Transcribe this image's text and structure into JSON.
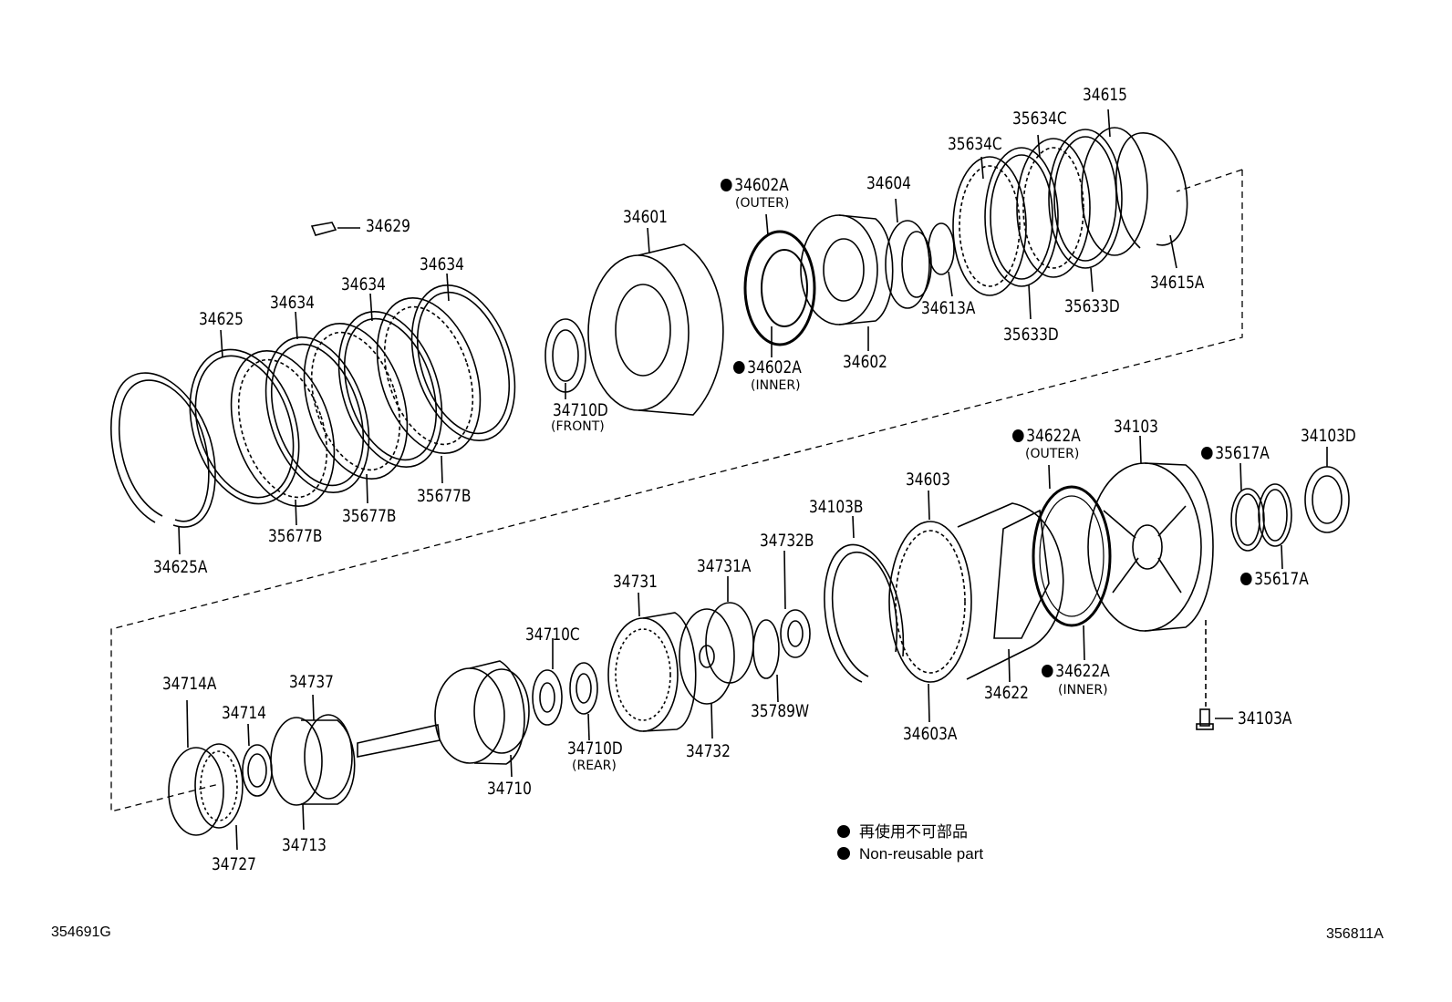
{
  "labels": {
    "p34615": "34615",
    "p35634C_1": "35634C",
    "p35634C_2": "35634C",
    "p34604": "34604",
    "p34602A_outer": "34602A",
    "outer_1": "(OUTER)",
    "p34629": "34629",
    "p34601": "34601",
    "p34613A": "34613A",
    "p34615A": "34615A",
    "p35633D_1": "35633D",
    "p35633D_2": "35633D",
    "p34602": "34602",
    "p34602A_inner": "34602A",
    "inner_1": "(INNER)",
    "p34710D_front": "34710D",
    "front": "(FRONT)",
    "p34634_1": "34634",
    "p34634_2": "34634",
    "p34634_3": "34634",
    "p34625": "34625",
    "p35677B_1": "35677B",
    "p35677B_2": "35677B",
    "p35677B_3": "35677B",
    "p34625A": "34625A",
    "p34622A_outer": "34622A",
    "outer_2": "(OUTER)",
    "p34103": "34103",
    "p35617A_1": "35617A",
    "p34103D": "34103D",
    "p34603": "34603",
    "p34103B": "34103B",
    "p34732B": "34732B",
    "p34731A": "34731A",
    "p34731": "34731",
    "p34710C": "34710C",
    "p35617A_2": "35617A",
    "p34622A_inner": "34622A",
    "inner_2": "(INNER)",
    "p34622": "34622",
    "p35789W": "35789W",
    "p34603A": "34603A",
    "p34103A": "34103A",
    "p34732": "34732",
    "p34710D_rear": "34710D",
    "rear": "(REAR)",
    "p34714A": "34714A",
    "p34737": "34737",
    "p34714": "34714",
    "p34710": "34710",
    "p34713": "34713",
    "p34727": "34727"
  },
  "legend": {
    "line_jp": "再使用不可部品",
    "line_en": "Non-reusable part"
  },
  "footer": {
    "left_code": "354691G",
    "right_code": "356811A"
  }
}
